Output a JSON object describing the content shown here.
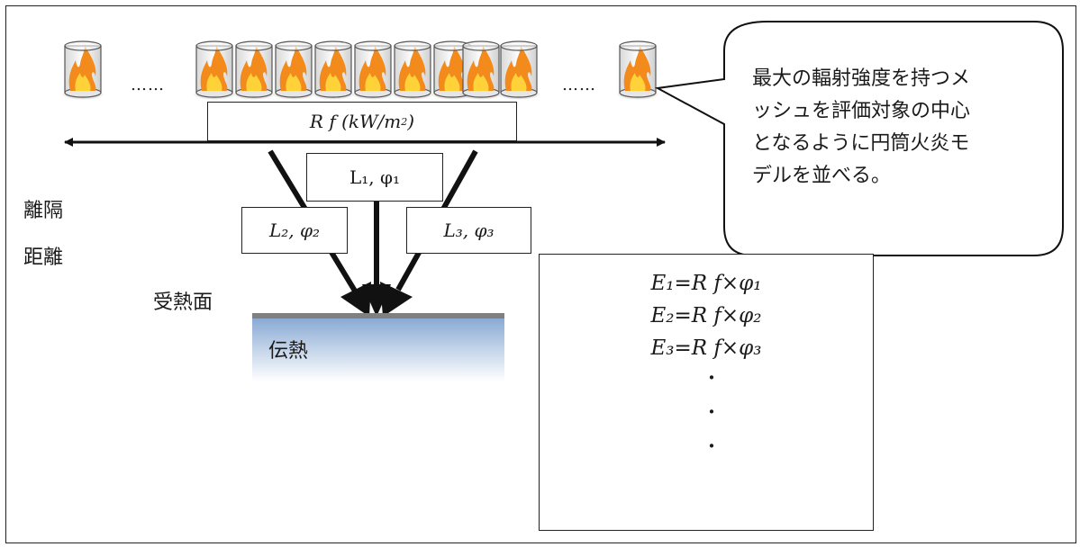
{
  "fire_row": {
    "ellipsis_left": "……",
    "ellipsis_right": "……",
    "rf_box": "R f (kW/m",
    "rf_sup": "2",
    "rf_close": ")"
  },
  "view_boxes": {
    "l1": "L₁, φ₁",
    "l2": "L₂, φ₂",
    "l3": "L₃, φ₃"
  },
  "left_labels": {
    "distance_top": "離隔",
    "distance_bottom": "距離",
    "receiving_surface": "受熱面",
    "heat_transfer": "伝熱"
  },
  "callout": {
    "lines": [
      "最大の輻射強度を持つメ",
      "ッシュを評価対象の中心",
      "となるように円筒火炎モ",
      "デルを並べる。"
    ]
  },
  "equations": {
    "e1": "E₁=R f×φ₁",
    "e2": "E₂=R f×φ₂",
    "e3": "E₃=R f×φ₃",
    "continuation": [
      "・",
      "・",
      "・"
    ]
  },
  "colors": {
    "flame_outer": "#f28a1c",
    "flame_inner": "#ffd23a",
    "surface_bar": "#808080",
    "heat_gradient_top": "#8aaad4"
  }
}
